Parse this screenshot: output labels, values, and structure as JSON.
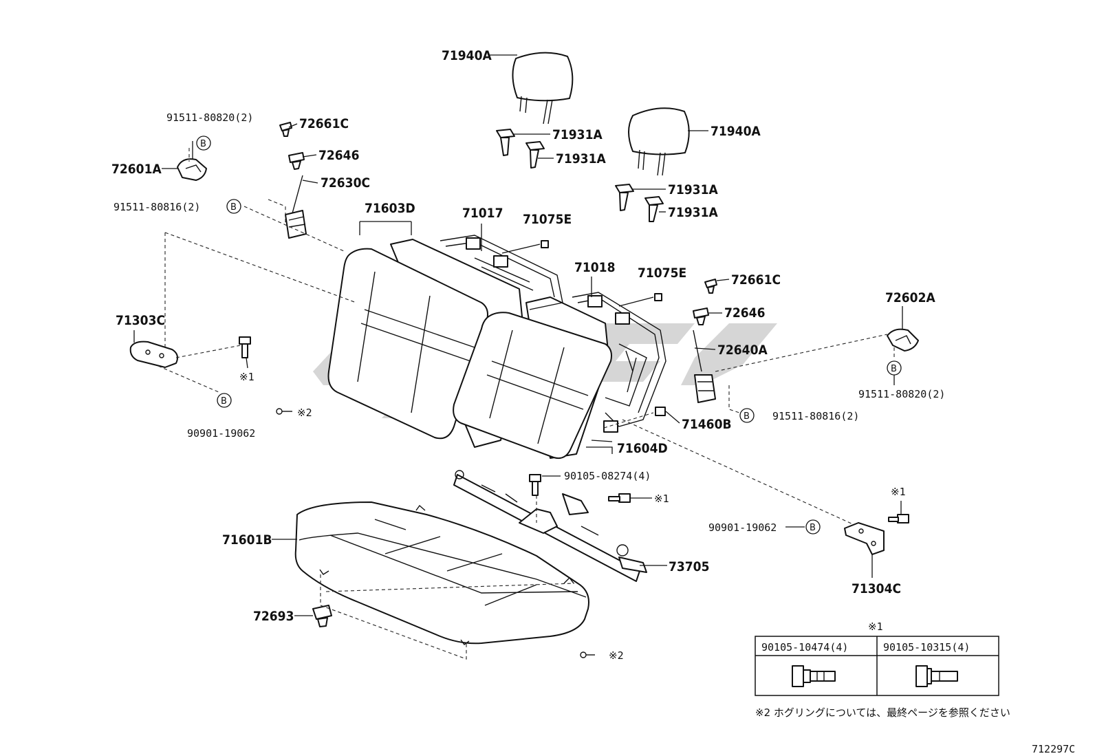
{
  "labels": [
    {
      "id": "71940A-1",
      "text": "71940A"
    },
    {
      "id": "71940A-2",
      "text": "71940A"
    },
    {
      "id": "71931A-1",
      "text": "71931A"
    },
    {
      "id": "71931A-2",
      "text": "71931A"
    },
    {
      "id": "71931A-3",
      "text": "71931A"
    },
    {
      "id": "71931A-4",
      "text": "71931A"
    },
    {
      "id": "91511-80820-L",
      "text": "91511-80820(2)"
    },
    {
      "id": "72661C-L",
      "text": "72661C"
    },
    {
      "id": "72646-L",
      "text": "72646"
    },
    {
      "id": "72601A",
      "text": "72601A"
    },
    {
      "id": "72630C",
      "text": "72630C"
    },
    {
      "id": "91511-80816-L",
      "text": "91511-80816(2)"
    },
    {
      "id": "71603D",
      "text": "71603D"
    },
    {
      "id": "71017",
      "text": "71017"
    },
    {
      "id": "71075E-1",
      "text": "71075E"
    },
    {
      "id": "71018",
      "text": "71018"
    },
    {
      "id": "71075E-2",
      "text": "71075E"
    },
    {
      "id": "72661C-R",
      "text": "72661C"
    },
    {
      "id": "72646-R",
      "text": "72646"
    },
    {
      "id": "72640A",
      "text": "72640A"
    },
    {
      "id": "72602A",
      "text": "72602A"
    },
    {
      "id": "91511-80820-R",
      "text": "91511-80820(2)"
    },
    {
      "id": "91511-80816-R",
      "text": "91511-80816(2)"
    },
    {
      "id": "71303C",
      "text": "71303C"
    },
    {
      "id": "kome1-L",
      "text": "※1"
    },
    {
      "id": "90901-19062-L",
      "text": "90901-19062"
    },
    {
      "id": "kome2-L",
      "text": "※2"
    },
    {
      "id": "71460B",
      "text": "71460B"
    },
    {
      "id": "71604D",
      "text": "71604D"
    },
    {
      "id": "90105-08274",
      "text": "90105-08274(4)"
    },
    {
      "id": "kome1-M",
      "text": "※1"
    },
    {
      "id": "kome1-R",
      "text": "※1"
    },
    {
      "id": "90901-19062-R",
      "text": "90901-19062"
    },
    {
      "id": "71601B",
      "text": "71601B"
    },
    {
      "id": "73705",
      "text": "73705"
    },
    {
      "id": "71304C",
      "text": "71304C"
    },
    {
      "id": "72693",
      "text": "72693"
    },
    {
      "id": "kome2-B",
      "text": "※2"
    }
  ],
  "circle_marker": "B",
  "table": {
    "title": "※1",
    "col1": "90105-10474(4)",
    "col2": "90105-10315(4)"
  },
  "footnote": "※2  ホグリングについては、最終ページを参照ください",
  "figure_id": "712297C"
}
